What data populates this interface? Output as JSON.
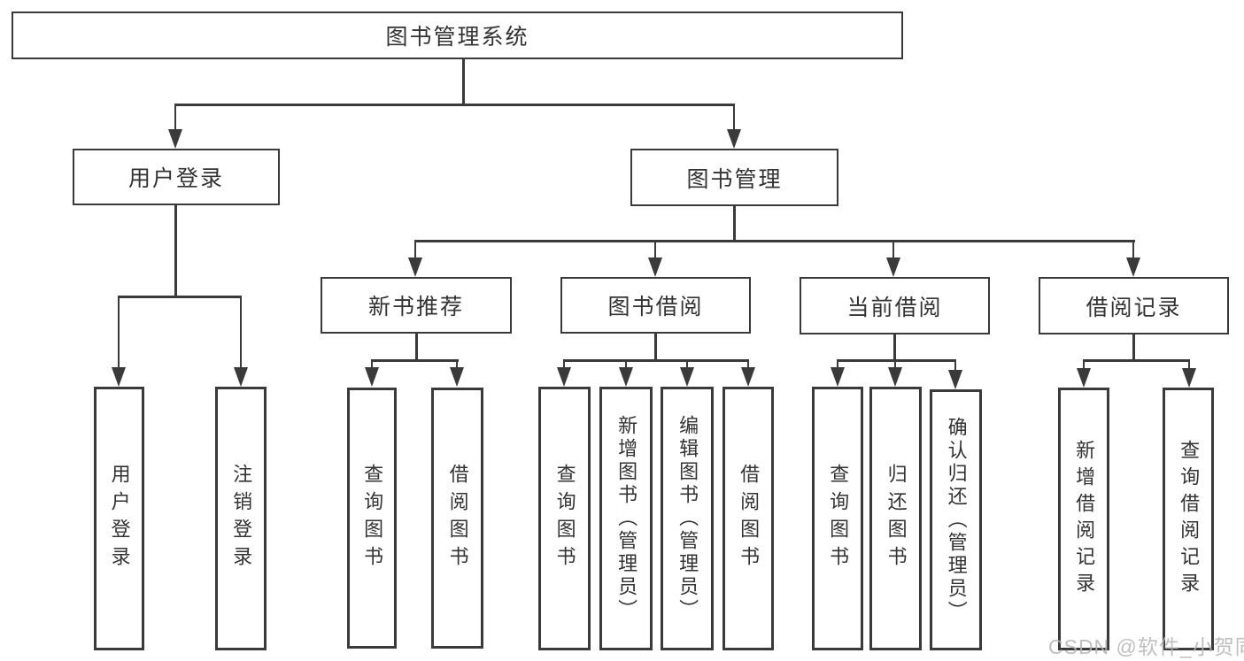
{
  "diagram": {
    "root": {
      "label": "图书管理系统"
    },
    "branches": [
      {
        "label": "用户登录"
      },
      {
        "label": "图书管理"
      }
    ],
    "modules": [
      {
        "label": "新书推荐"
      },
      {
        "label": "图书借阅"
      },
      {
        "label": "当前借阅"
      },
      {
        "label": "借阅记录"
      }
    ],
    "leaves": [
      {
        "label": "用户登录"
      },
      {
        "label": "注销登录"
      },
      {
        "label": "查询图书"
      },
      {
        "label": "借阅图书"
      },
      {
        "label": "查询图书"
      },
      {
        "label": "新增图书（管理员）"
      },
      {
        "label": "编辑图书（管理员）"
      },
      {
        "label": "借阅图书"
      },
      {
        "label": "查询图书"
      },
      {
        "label": "归还图书"
      },
      {
        "label": "确认归还（管理员）"
      },
      {
        "label": "新增借阅记录"
      },
      {
        "label": "查询借阅记录"
      }
    ]
  },
  "watermark": {
    "text": "CSDN @软件_小贺同学"
  },
  "colors": {
    "line": "#3a3a3a",
    "text": "#333333",
    "watermark": "#b4b4b4",
    "background": "#ffffff"
  }
}
